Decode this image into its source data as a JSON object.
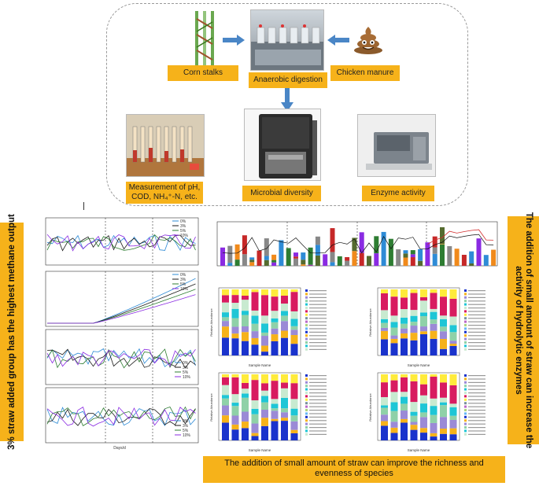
{
  "flow": {
    "corn_label": "Corn stalks",
    "digestion_label": "Anaerobic digestion",
    "manure_label": "Chicken manure",
    "measure_label_l1": "Measurement of pH,",
    "measure_label_l2": "COD, NH₄⁺-N, etc.",
    "microbial_label": "Microbial diversity",
    "enzyme_label": "Enzyme activity"
  },
  "banners": {
    "left": "3% straw added group has the highest methane output",
    "right": "The addition of small amount of straw can increase the activity of hydrolytic enzymes",
    "bottom_l1": "The addition of small amount of straw can improve the richness and",
    "bottom_l2": "evenness of species"
  },
  "charts": {
    "legend": [
      "0%",
      "3%",
      "5%",
      "10%"
    ],
    "x_label": "Days/d",
    "sample_label": "Sample Name",
    "rel_abund_label": "Relative Abundance"
  },
  "colors": {
    "banner": "#f6b21a",
    "arrow": "#4a86c6",
    "series": [
      "#2e8bd6",
      "#1a1a1a",
      "#2e7d32",
      "#8a2be2"
    ]
  },
  "icons": [
    "corn-stalk-icon",
    "poop-emoji-icon",
    "down-arrow-icon",
    "right-arrow-icon",
    "left-arrow-icon"
  ]
}
